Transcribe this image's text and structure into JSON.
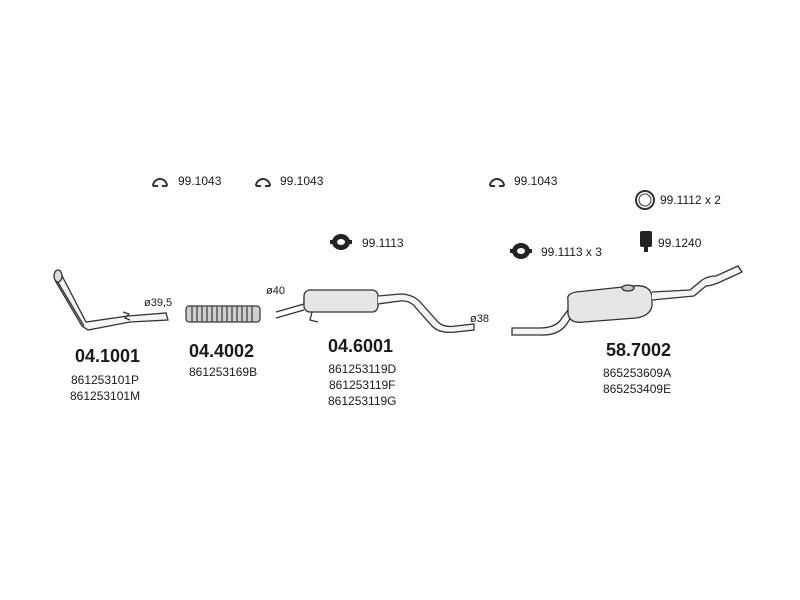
{
  "hardware": [
    {
      "code": "99.1043",
      "icon": "clamp-icon"
    },
    {
      "code": "99.1043",
      "icon": "clamp-icon"
    },
    {
      "code": "99.1043",
      "icon": "clamp-icon"
    },
    {
      "code": "99.1112 x 2",
      "icon": "ring-icon"
    },
    {
      "code": "99.1113",
      "icon": "mount-icon"
    },
    {
      "code": "99.1113 x 3",
      "icon": "mount-icon"
    },
    {
      "code": "99.1240",
      "icon": "hanger-icon"
    }
  ],
  "dimensions": [
    "ø39,5",
    "ø40",
    "ø38"
  ],
  "parts": [
    {
      "number": "04.1001",
      "oem": [
        "861253101P",
        "861253101M"
      ]
    },
    {
      "number": "04.4002",
      "oem": [
        "861253169B"
      ]
    },
    {
      "number": "04.6001",
      "oem": [
        "861253119D",
        "861253119F",
        "861253119G"
      ]
    },
    {
      "number": "58.7002",
      "oem": [
        "865253609A",
        "865253409E"
      ]
    }
  ]
}
